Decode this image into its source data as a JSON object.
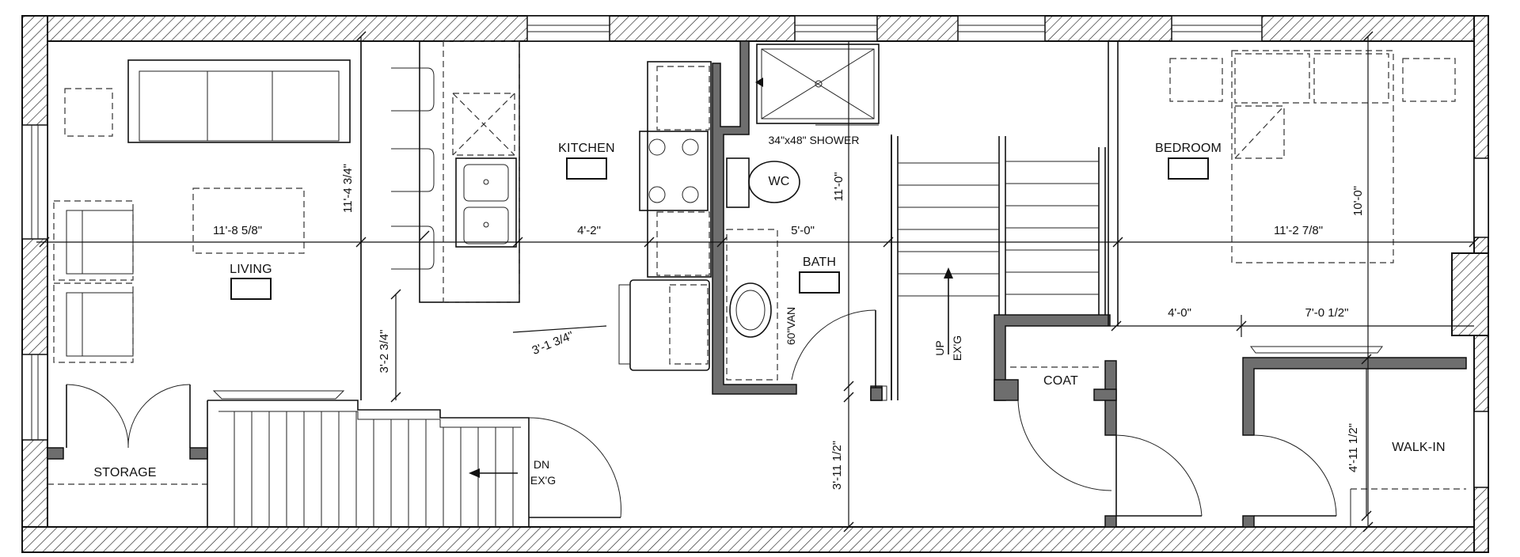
{
  "rooms": {
    "living": "LIVING",
    "kitchen": "KITCHEN",
    "bath": "BATH",
    "bedroom": "BEDROOM",
    "storage": "STORAGE",
    "coat": "COAT",
    "walk_in": "WALK-IN",
    "wc": "WC"
  },
  "fixtures": {
    "shower": "34\"x48\" SHOWER",
    "vanity": "60\"VAN",
    "stair_down": "DN",
    "stair_down_existing": "EX'G",
    "stair_up": "UP",
    "stair_up_existing": "EX'G"
  },
  "dimensions": {
    "living_width": "11'-8 5/8\"",
    "living_height": "11'-4 3/4\"",
    "kitchen_width": "4'-2\"",
    "bath_width": "5'-0\"",
    "bath_height": "11'-0\"",
    "bedroom_width": "11'-2 7/8\"",
    "bedroom_height": "10'-0\"",
    "counter_gap": "3'-2 3/4\"",
    "diagonal": "3'-1 3/4\"",
    "hall_height": "3'-11 1/2\"",
    "coat_width": "4'-0\"",
    "walk_in_width": "7'-0 1/2\"",
    "walk_in_height": "4'-11 1/2\""
  }
}
